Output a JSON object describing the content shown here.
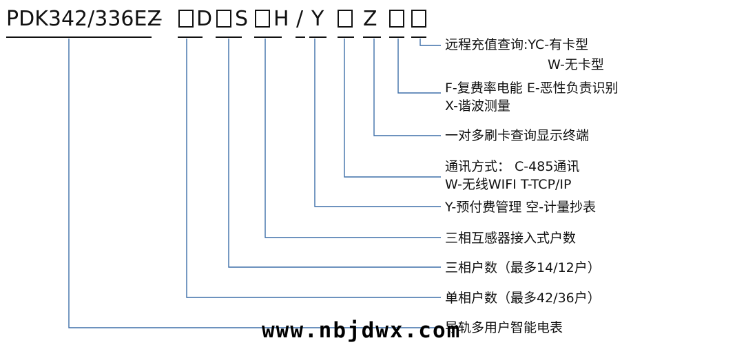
{
  "model": {
    "prefix": "PDK342/336EZ",
    "dash": "–",
    "d": "D",
    "s": "S",
    "h": "H",
    "slash": "/",
    "y": "Y",
    "z": "Z"
  },
  "descriptions": {
    "remote_query": "远程充值查询:YC-有卡型",
    "remote_query_w": "W-无卡型",
    "multi_rate": "F-复费率电能  E-恶性负责识别",
    "harmonic": "X-谐波测量",
    "terminal": "一对多刷卡查询显示终端",
    "comm_line1": "通讯方式：     C-485通讯",
    "comm_line2": "W-无线WIFI   T-TCP/IP",
    "prepay": "Y-预付费管理   空-计量抄表",
    "ct_users": "三相互感器接入式户数",
    "three_phase": "三相户数（最多14/12户）",
    "single_phase": "单相户数（最多42/36户）",
    "product": "导轨多用户智能电表"
  },
  "watermark": "www.nbjdwx.com",
  "colors": {
    "leader_line": "#3d6ea8",
    "text": "#111111"
  }
}
